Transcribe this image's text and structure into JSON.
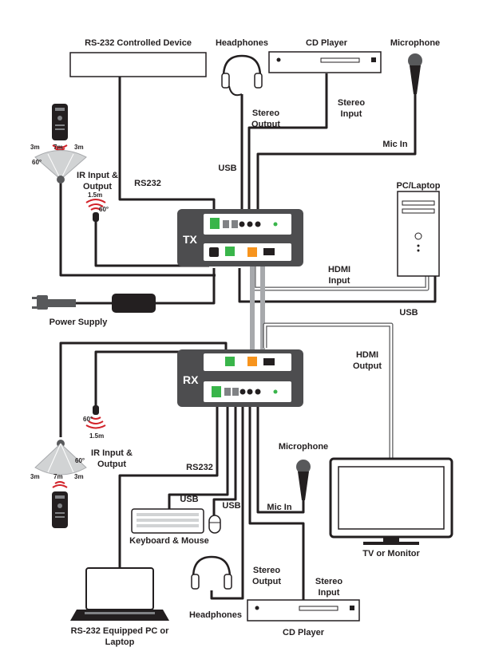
{
  "tx": {
    "unit_label": "TX",
    "rs232_device": "RS-232 Controlled Device",
    "headphones": "Headphones",
    "cd_player": "CD Player",
    "microphone": "Microphone",
    "stereo_output": [
      "Stereo",
      "Output"
    ],
    "stereo_input": [
      "Stereo",
      "Input"
    ],
    "mic_in": "Mic In",
    "usb": "USB",
    "rs232": "RS232",
    "ir_io": [
      "IR Input &",
      "Output"
    ],
    "ir_range": {
      "left": "3m",
      "center": "7m",
      "right": "3m",
      "angle": "60°",
      "dist": "1.5m",
      "angle2": "60°"
    },
    "pc_laptop": "PC/Laptop",
    "hdmi_input": [
      "HDMI",
      "Input"
    ],
    "usb_right": "USB",
    "power_supply": "Power Supply"
  },
  "rx": {
    "unit_label": "RX",
    "hdmi_output": [
      "HDMI",
      "Output"
    ],
    "ir_range": {
      "dist": "1.5m",
      "angle": "60°",
      "angle2": "60°",
      "left": "3m",
      "center": "7m",
      "right": "3m"
    },
    "ir_io": [
      "IR Input &",
      "Output"
    ],
    "rs232": "RS232",
    "usb_keyboard": "USB",
    "usb_mouse": "USB",
    "keyboard_mouse": "Keyboard & Mouse",
    "microphone": "Microphone",
    "mic_in": "Mic In",
    "tv_monitor": "TV or Monitor",
    "rs232_pc": [
      "RS-232 Equipped PC or",
      "Laptop"
    ],
    "headphones": "Headphones",
    "stereo_output": [
      "Stereo",
      "Output"
    ],
    "stereo_input": [
      "Stereo",
      "Input"
    ],
    "cd_player": "CD Player"
  },
  "colors": {
    "unit": "#4d4d4f",
    "cable": "#231f20",
    "hdmi": "#58595b",
    "cat": "#a7a9ac",
    "ir_red": "#d2232a",
    "terminal_green": "#39b54a"
  }
}
